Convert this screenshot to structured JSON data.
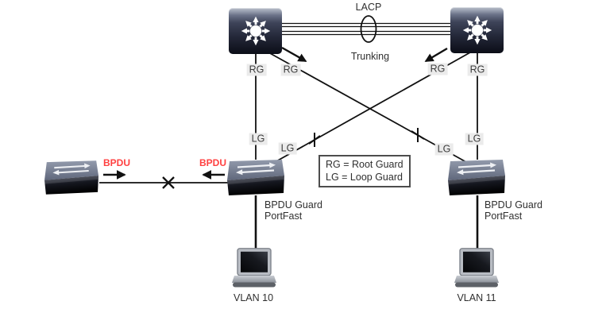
{
  "trunk": {
    "protocol_label": "LACP",
    "mode_label": "Trunking"
  },
  "port_labels": {
    "core_left_down": "RG",
    "core_left_cross": "RG",
    "core_right_cross": "RG",
    "core_right_down": "RG",
    "access_left_up": "LG",
    "access_left_cross": "LG",
    "access_right_cross": "LG",
    "access_right_up": "LG"
  },
  "legend": {
    "line1": "RG = Root Guard",
    "line2": "LG = Loop Guard"
  },
  "bpdu": {
    "left_label": "BPDU",
    "right_label": "BPDU"
  },
  "access_left_notes": {
    "line1": "BPDU Guard",
    "line2": "PortFast"
  },
  "access_right_notes": {
    "line1": "BPDU Guard",
    "line2": "PortFast"
  },
  "hosts": {
    "left_label": "VLAN 10",
    "right_label": "VLAN 11"
  },
  "colors": {
    "line": "#111111",
    "bpdu_text": "#ff4040",
    "label_bg": "#ebebeb",
    "switch_dark": "#0b0d17",
    "switch_light": "#9aa1b1"
  }
}
